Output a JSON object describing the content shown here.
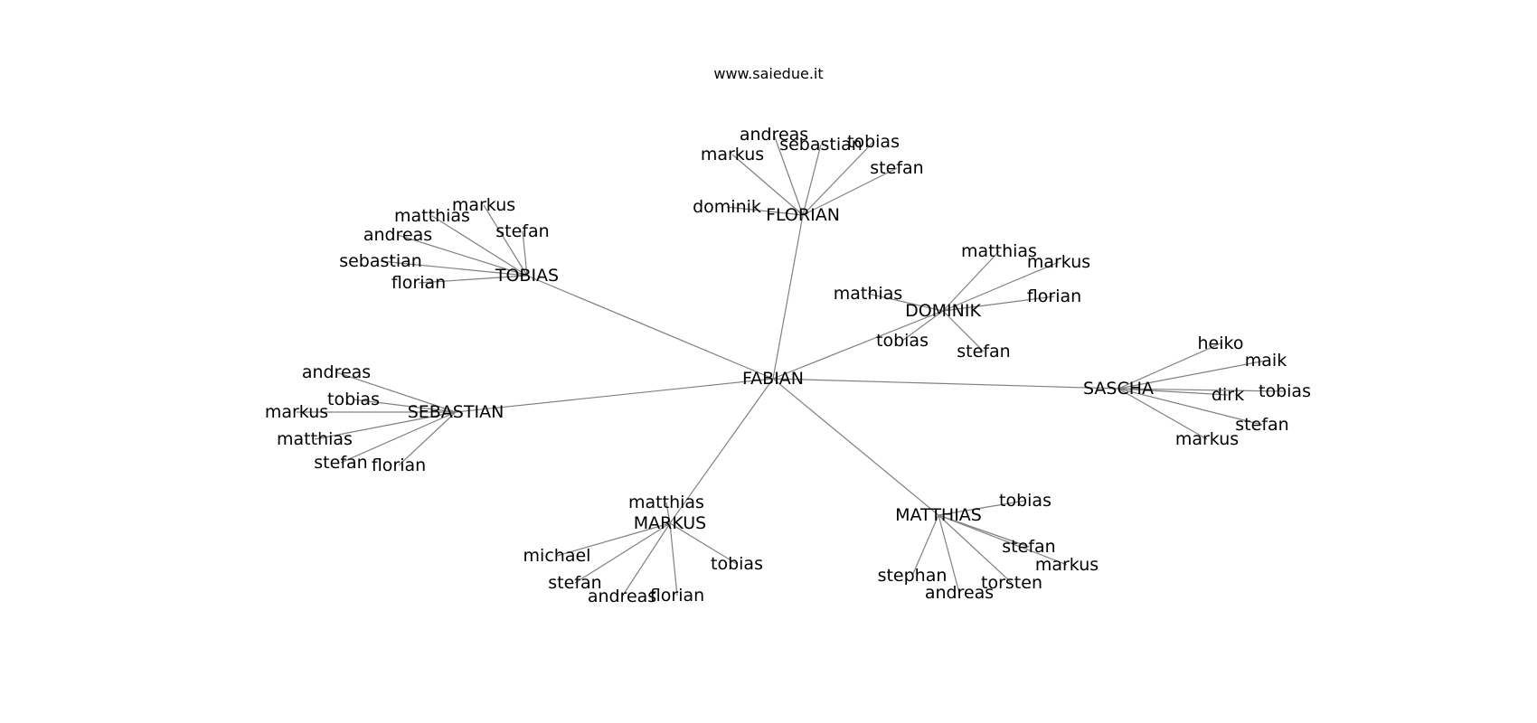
{
  "caption": "www.saiedue.it",
  "style": {
    "edge_color": "#808080",
    "text_color": "#000000",
    "background": "#ffffff"
  },
  "graph": {
    "nodes": [
      {
        "id": "fabian",
        "label": "FABIAN"
      },
      {
        "id": "florian",
        "label": "FLORIAN"
      },
      {
        "id": "tobias",
        "label": "TOBIAS"
      },
      {
        "id": "dominik",
        "label": "DOMINIK"
      },
      {
        "id": "sascha",
        "label": "SASCHA"
      },
      {
        "id": "sebastian",
        "label": "SEBASTIAN"
      },
      {
        "id": "markus",
        "label": "MARKUS"
      },
      {
        "id": "matthias",
        "label": "MATTHIAS"
      },
      {
        "id": "fl_andreas",
        "label": "andreas"
      },
      {
        "id": "fl_markus",
        "label": "markus"
      },
      {
        "id": "fl_sebastian",
        "label": "sebastian"
      },
      {
        "id": "fl_tobias",
        "label": "tobias"
      },
      {
        "id": "fl_stefan",
        "label": "stefan"
      },
      {
        "id": "fl_dominik",
        "label": "dominik"
      },
      {
        "id": "tb_markus",
        "label": "markus"
      },
      {
        "id": "tb_matthias",
        "label": "matthias"
      },
      {
        "id": "tb_stefan",
        "label": "stefan"
      },
      {
        "id": "tb_andreas",
        "label": "andreas"
      },
      {
        "id": "tb_sebastian",
        "label": "sebastian"
      },
      {
        "id": "tb_florian",
        "label": "florian"
      },
      {
        "id": "dm_matthias",
        "label": "matthias"
      },
      {
        "id": "dm_markus",
        "label": "markus"
      },
      {
        "id": "dm_mathias",
        "label": "mathias"
      },
      {
        "id": "dm_florian",
        "label": "florian"
      },
      {
        "id": "dm_tobias",
        "label": "tobias"
      },
      {
        "id": "dm_stefan",
        "label": "stefan"
      },
      {
        "id": "sa_heiko",
        "label": "heiko"
      },
      {
        "id": "sa_maik",
        "label": "maik"
      },
      {
        "id": "sa_tobias",
        "label": "tobias"
      },
      {
        "id": "sa_dirk",
        "label": "dirk"
      },
      {
        "id": "sa_stefan",
        "label": "stefan"
      },
      {
        "id": "sa_markus",
        "label": "markus"
      },
      {
        "id": "sb_andreas",
        "label": "andreas"
      },
      {
        "id": "sb_tobias",
        "label": "tobias"
      },
      {
        "id": "sb_markus",
        "label": "markus"
      },
      {
        "id": "sb_matthias",
        "label": "matthias"
      },
      {
        "id": "sb_stefan",
        "label": "stefan"
      },
      {
        "id": "sb_florian",
        "label": "florian"
      },
      {
        "id": "mk_matthias",
        "label": "matthias"
      },
      {
        "id": "mk_michael",
        "label": "michael"
      },
      {
        "id": "mk_stefan",
        "label": "stefan"
      },
      {
        "id": "mk_andreas",
        "label": "andreas"
      },
      {
        "id": "mk_florian",
        "label": "florian"
      },
      {
        "id": "mk_tobias",
        "label": "tobias"
      },
      {
        "id": "mt_tobias",
        "label": "tobias"
      },
      {
        "id": "mt_stefan",
        "label": "stefan"
      },
      {
        "id": "mt_markus",
        "label": "markus"
      },
      {
        "id": "mt_stephan",
        "label": "stephan"
      },
      {
        "id": "mt_andreas",
        "label": "andreas"
      },
      {
        "id": "mt_torsten",
        "label": "torsten"
      }
    ],
    "edges": [
      [
        "fabian",
        "florian"
      ],
      [
        "fabian",
        "tobias"
      ],
      [
        "fabian",
        "dominik"
      ],
      [
        "fabian",
        "sascha"
      ],
      [
        "fabian",
        "sebastian"
      ],
      [
        "fabian",
        "markus"
      ],
      [
        "fabian",
        "matthias"
      ],
      [
        "florian",
        "fl_andreas"
      ],
      [
        "florian",
        "fl_markus"
      ],
      [
        "florian",
        "fl_sebastian"
      ],
      [
        "florian",
        "fl_tobias"
      ],
      [
        "florian",
        "fl_stefan"
      ],
      [
        "florian",
        "fl_dominik"
      ],
      [
        "tobias",
        "tb_markus"
      ],
      [
        "tobias",
        "tb_matthias"
      ],
      [
        "tobias",
        "tb_stefan"
      ],
      [
        "tobias",
        "tb_andreas"
      ],
      [
        "tobias",
        "tb_sebastian"
      ],
      [
        "tobias",
        "tb_florian"
      ],
      [
        "dominik",
        "dm_matthias"
      ],
      [
        "dominik",
        "dm_markus"
      ],
      [
        "dominik",
        "dm_mathias"
      ],
      [
        "dominik",
        "dm_florian"
      ],
      [
        "dominik",
        "dm_tobias"
      ],
      [
        "dominik",
        "dm_stefan"
      ],
      [
        "sascha",
        "sa_heiko"
      ],
      [
        "sascha",
        "sa_maik"
      ],
      [
        "sascha",
        "sa_tobias"
      ],
      [
        "sascha",
        "sa_dirk"
      ],
      [
        "sascha",
        "sa_stefan"
      ],
      [
        "sascha",
        "sa_markus"
      ],
      [
        "sebastian",
        "sb_andreas"
      ],
      [
        "sebastian",
        "sb_tobias"
      ],
      [
        "sebastian",
        "sb_markus"
      ],
      [
        "sebastian",
        "sb_matthias"
      ],
      [
        "sebastian",
        "sb_stefan"
      ],
      [
        "sebastian",
        "sb_florian"
      ],
      [
        "markus",
        "mk_matthias"
      ],
      [
        "markus",
        "mk_michael"
      ],
      [
        "markus",
        "mk_stefan"
      ],
      [
        "markus",
        "mk_andreas"
      ],
      [
        "markus",
        "mk_florian"
      ],
      [
        "markus",
        "mk_tobias"
      ],
      [
        "matthias",
        "mt_tobias"
      ],
      [
        "matthias",
        "mt_stefan"
      ],
      [
        "matthias",
        "mt_markus"
      ],
      [
        "matthias",
        "mt_stephan"
      ],
      [
        "matthias",
        "mt_andreas"
      ],
      [
        "matthias",
        "mt_torsten"
      ]
    ]
  }
}
